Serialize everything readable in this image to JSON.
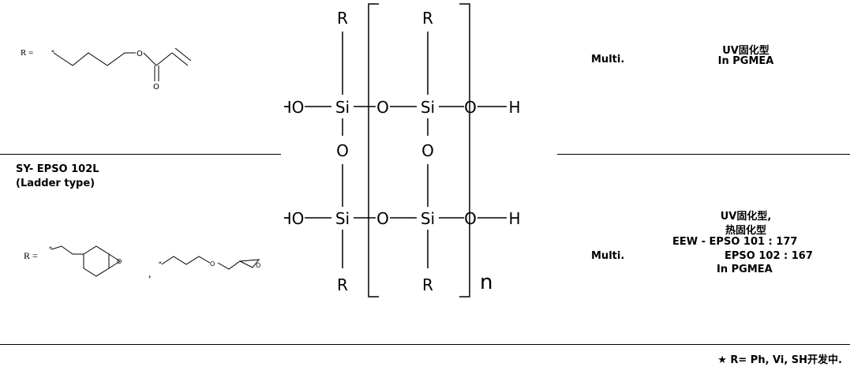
{
  "top_r_label": "R =",
  "product2": {
    "name": "SY- EPSO 102L",
    "type": "(Ladder type)"
  },
  "bottom_r_label": "R =",
  "bottom_r_separator": ",",
  "structure": {
    "atoms": {
      "R": "R",
      "HO": "HO",
      "Si": "Si",
      "O": "O",
      "H": "H",
      "n": "n"
    }
  },
  "row1": {
    "multi": "Multi.",
    "desc": [
      "UV固化型",
      "In PGMEA"
    ]
  },
  "row2": {
    "multi": "Multi.",
    "desc_lines": [
      "UV固化型,",
      "热固化型",
      "EEW - EPSO 101 : 177",
      "EPSO 102 : 167",
      "In PGMEA"
    ]
  },
  "footnote": "★ R= Ph, Vi, SH开发中."
}
